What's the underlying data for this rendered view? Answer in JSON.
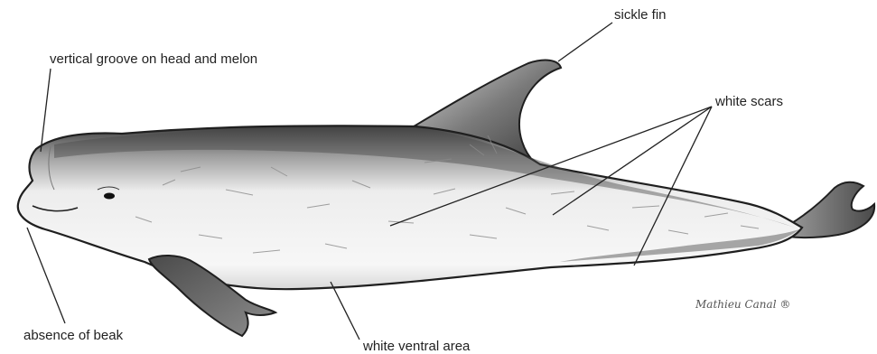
{
  "labels": {
    "sickle_fin": "sickle fin",
    "vertical_groove": "vertical groove on head and melon",
    "white_scars": "white scars",
    "absence_of_beak": "absence of beak",
    "white_ventral_area": "white ventral area"
  },
  "credit": "Mathieu Canal ®",
  "colors": {
    "ink": "#222222",
    "shade": "#6f6f6f",
    "light": "#e9e9e9"
  }
}
